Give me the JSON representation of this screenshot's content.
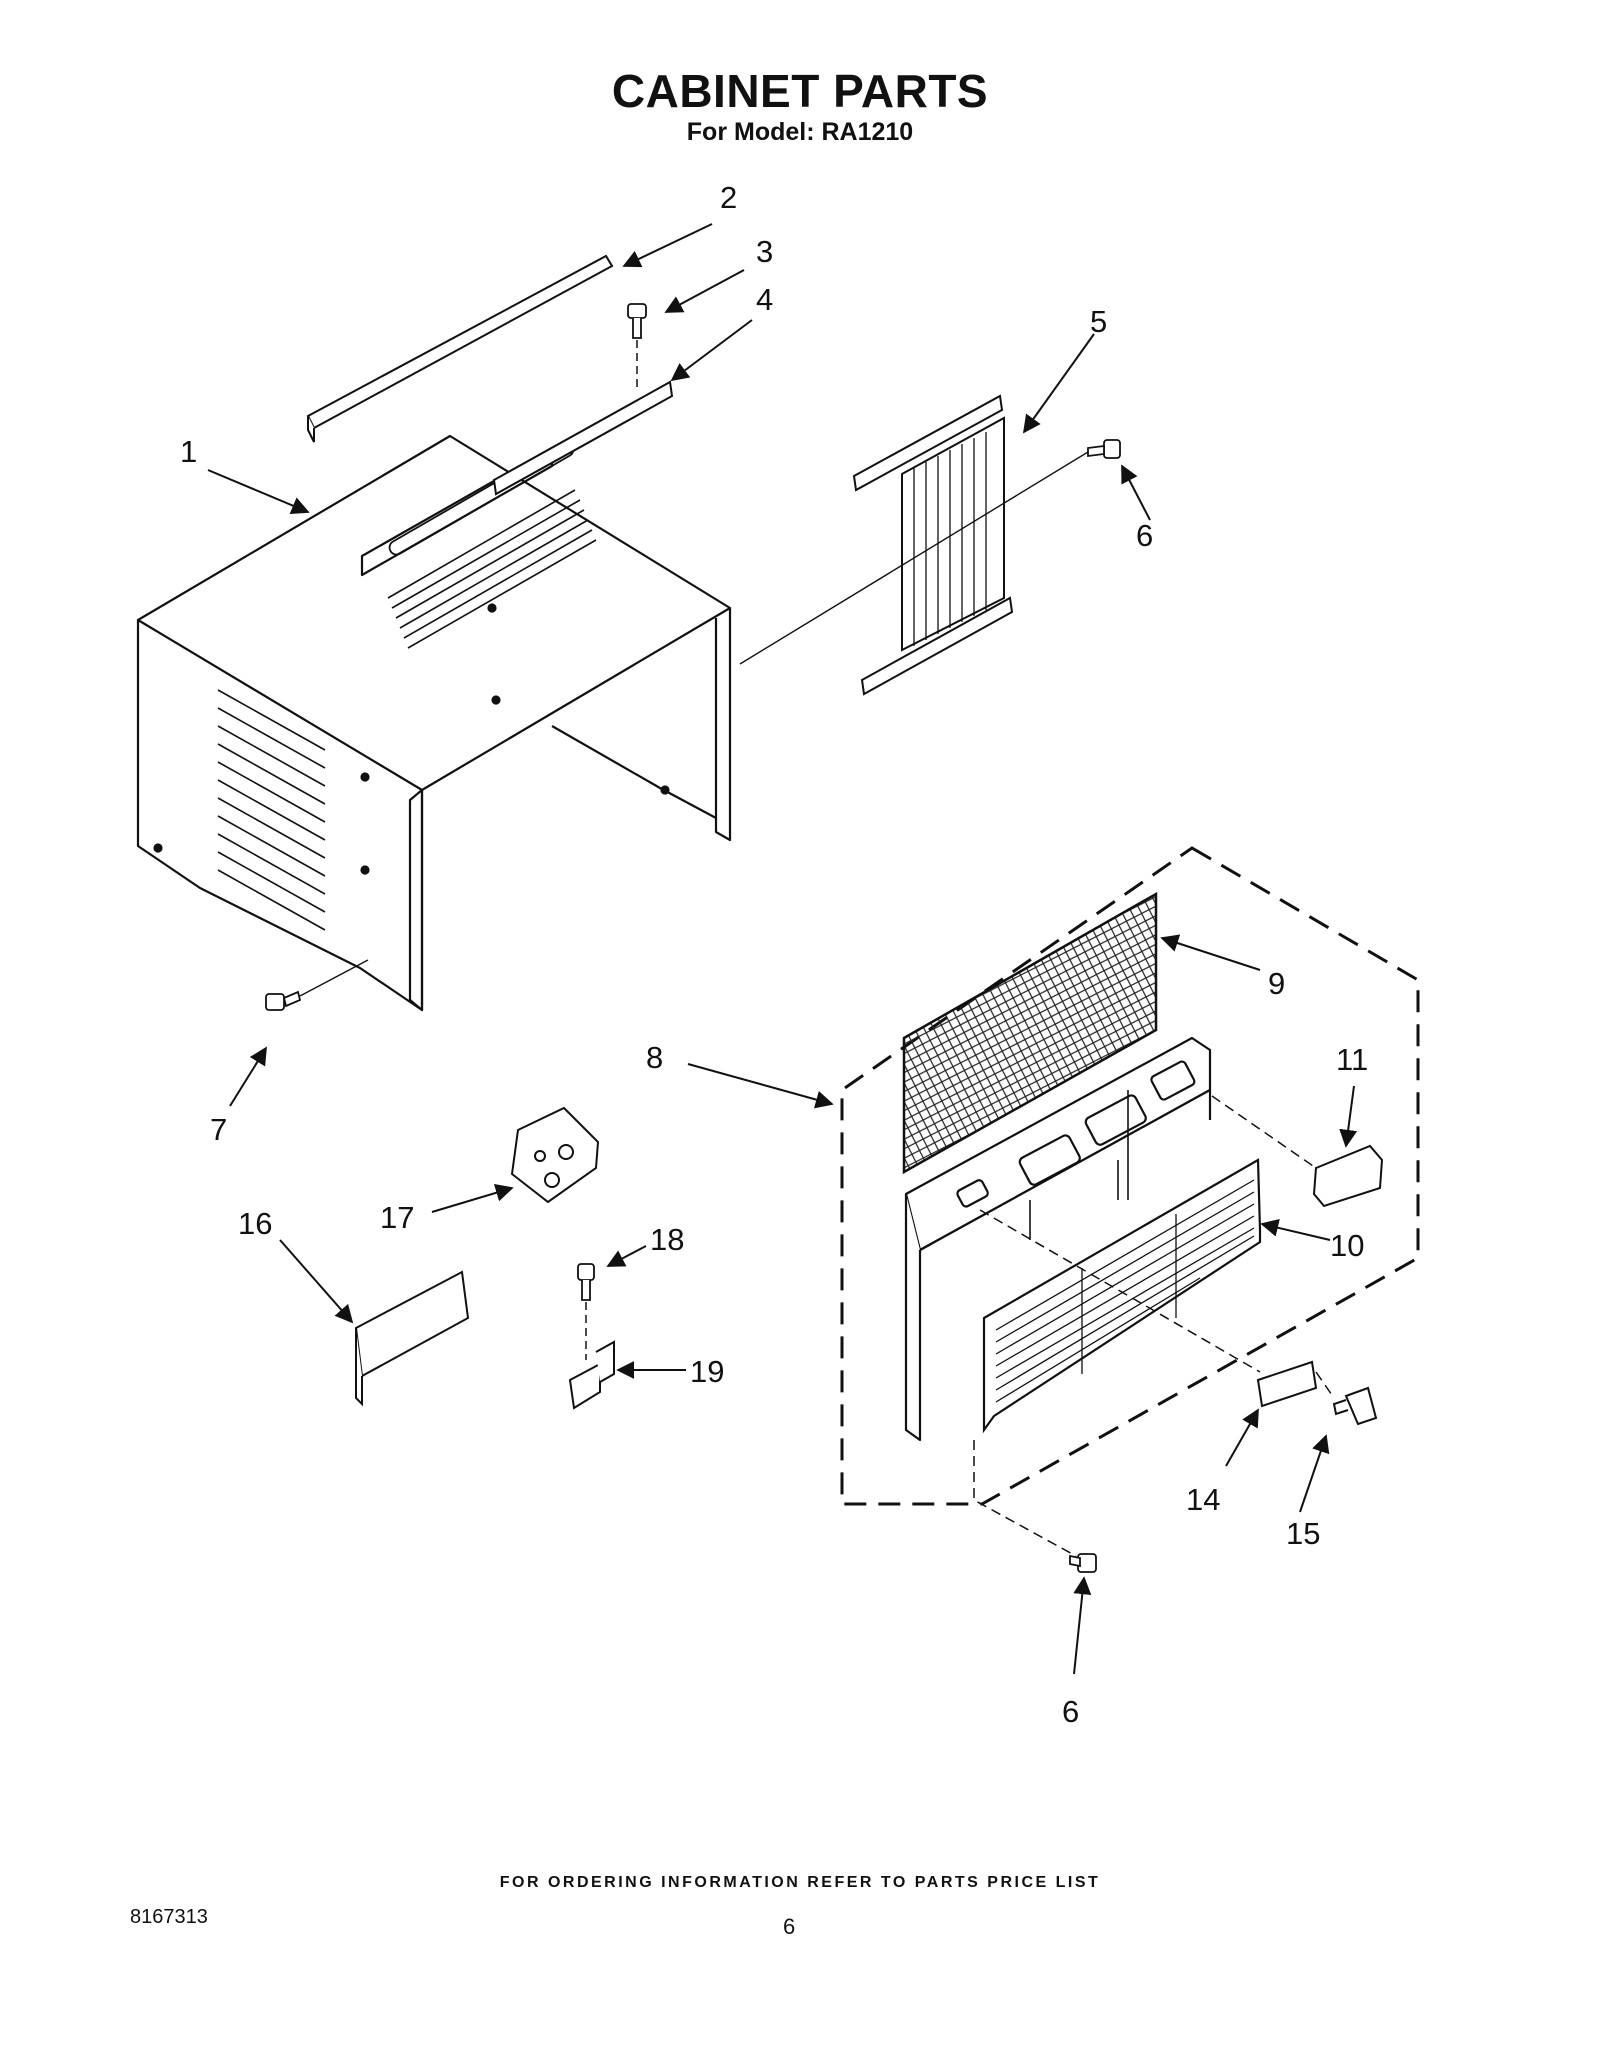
{
  "header": {
    "title": "CABINET PARTS",
    "subtitle": "For Model: RA1210"
  },
  "callouts": {
    "c1": "1",
    "c2": "2",
    "c3": "3",
    "c4": "4",
    "c5": "5",
    "c6a": "6",
    "c6b": "6",
    "c7": "7",
    "c8": "8",
    "c9": "9",
    "c10": "10",
    "c11": "11",
    "c14": "14",
    "c15": "15",
    "c16": "16",
    "c17": "17",
    "c18": "18",
    "c19": "19"
  },
  "footer": {
    "note": "FOR ORDERING INFORMATION REFER TO PARTS PRICE LIST",
    "doc_number": "8167313",
    "page_number": "6"
  }
}
